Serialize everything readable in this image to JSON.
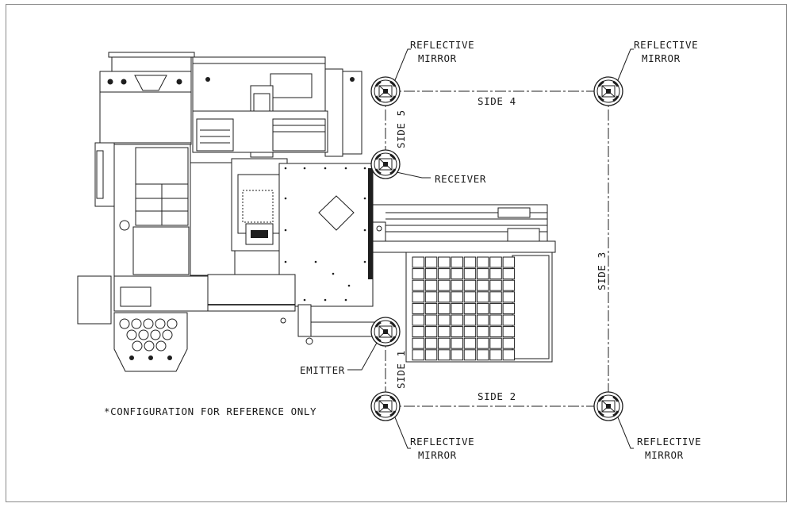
{
  "colors": {
    "ink": "#1e1e1e",
    "border": "#8a8a8a",
    "background": "#ffffff"
  },
  "diagram": {
    "callouts": {
      "mirror_top_left": [
        "REFLECTIVE",
        "MIRROR"
      ],
      "mirror_top_right": [
        "REFLECTIVE",
        "MIRROR"
      ],
      "mirror_bot_left": [
        "REFLECTIVE",
        "MIRROR"
      ],
      "mirror_bot_right": [
        "REFLECTIVE",
        "MIRROR"
      ],
      "receiver": "RECEIVER",
      "emitter": "EMITTER"
    },
    "sides": {
      "side1": "SIDE 1",
      "side2": "SIDE 2",
      "side3": "SIDE 3",
      "side4": "SIDE 4",
      "side5": "SIDE 5"
    },
    "note": "*CONFIGURATION FOR REFERENCE ONLY"
  }
}
